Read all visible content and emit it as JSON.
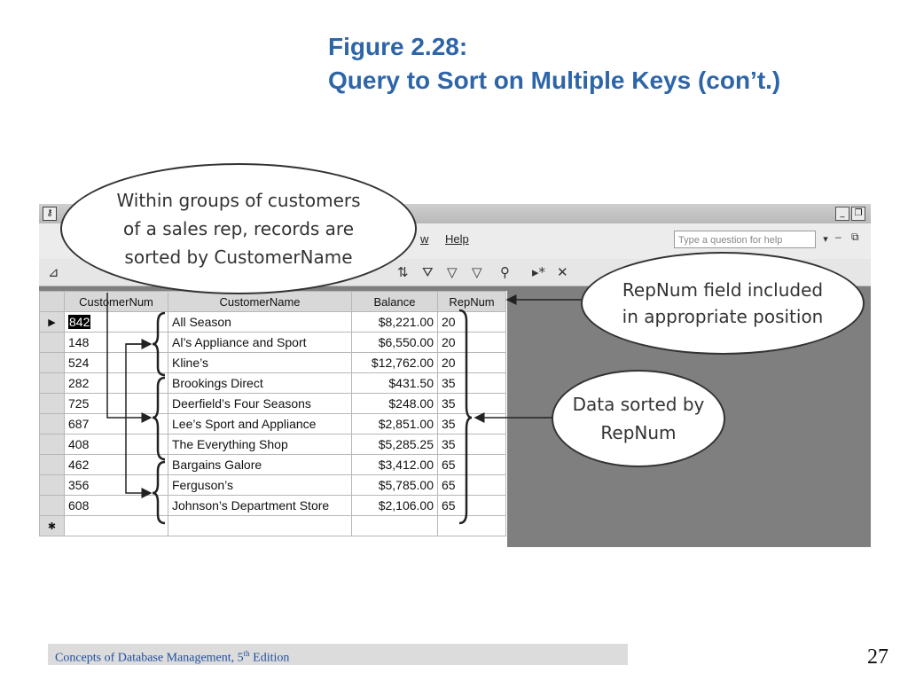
{
  "slide": {
    "title_line1": "Figure 2.28:",
    "title_line2": "Query to Sort on Multiple Keys (con’t.)",
    "footer_text": "Concepts of Database Management, 5",
    "footer_sup": "th",
    "footer_suffix": " Edition",
    "page_number": "27"
  },
  "window": {
    "menu_help": "Help",
    "menu_window_fragment": "w",
    "ask_placeholder": "Type a question for help"
  },
  "datasheet": {
    "columns": [
      "CustomerNum",
      "CustomerName",
      "Balance",
      "RepNum"
    ],
    "rows": [
      {
        "num": "842",
        "name": "All Season",
        "balance": "$8,221.00",
        "rep": "20"
      },
      {
        "num": "148",
        "name": "Al’s Appliance and Sport",
        "balance": "$6,550.00",
        "rep": "20"
      },
      {
        "num": "524",
        "name": "Kline’s",
        "balance": "$12,762.00",
        "rep": "20"
      },
      {
        "num": "282",
        "name": "Brookings Direct",
        "balance": "$431.50",
        "rep": "35"
      },
      {
        "num": "725",
        "name": "Deerfield’s Four Seasons",
        "balance": "$248.00",
        "rep": "35"
      },
      {
        "num": "687",
        "name": "Lee’s Sport and Appliance",
        "balance": "$2,851.00",
        "rep": "35"
      },
      {
        "num": "408",
        "name": "The Everything Shop",
        "balance": "$5,285.25",
        "rep": "35"
      },
      {
        "num": "462",
        "name": "Bargains Galore",
        "balance": "$3,412.00",
        "rep": "65"
      },
      {
        "num": "356",
        "name": "Ferguson’s",
        "balance": "$5,785.00",
        "rep": "65"
      },
      {
        "num": "608",
        "name": "Johnson’s Department Store",
        "balance": "$2,106.00",
        "rep": "65"
      }
    ],
    "new_row_marker": "✱"
  },
  "callouts": {
    "groups": "Within groups of customers\nof a sales rep, records are\nsorted by CustomerName",
    "repnum": "RepNum field included\nin appropriate position",
    "sorted": "Data sorted by\nRepNum"
  },
  "colors": {
    "title": "#2e65a8",
    "footer_text": "#2050a0",
    "workspace": "#7f7f7f"
  }
}
